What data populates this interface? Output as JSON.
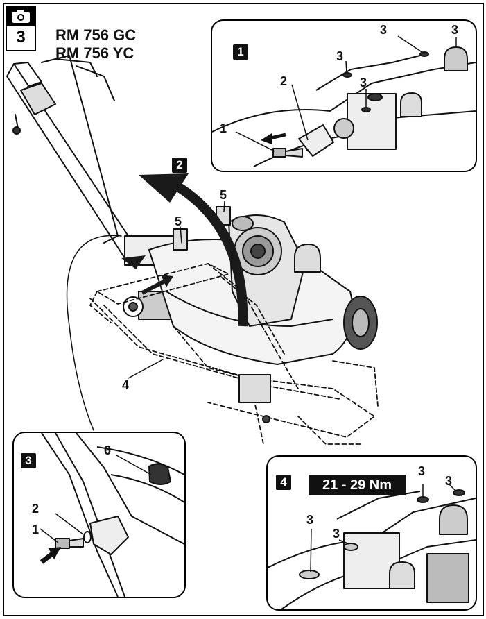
{
  "badge": {
    "icon": "camera-icon",
    "number": "3"
  },
  "models": [
    "RM 756 GC",
    "RM 756 YC"
  ],
  "main": {
    "step_label": "2",
    "callouts": {
      "part4": "4",
      "part5_left": "5",
      "part5_right": "5"
    }
  },
  "inset1": {
    "step_label": "1",
    "callouts": {
      "screw": "1",
      "washer": "2",
      "holes": [
        "3",
        "3",
        "3",
        "3"
      ]
    }
  },
  "inset3": {
    "step_label": "3",
    "callouts": {
      "screw": "1",
      "washer": "2",
      "damper": "6"
    }
  },
  "inset4": {
    "step_label": "4",
    "torque": "21 - 29 Nm",
    "callouts": [
      "3",
      "3",
      "3",
      "3"
    ]
  },
  "colors": {
    "ink": "#111111",
    "paper": "#ffffff",
    "arrow": "#1a1a1a"
  }
}
